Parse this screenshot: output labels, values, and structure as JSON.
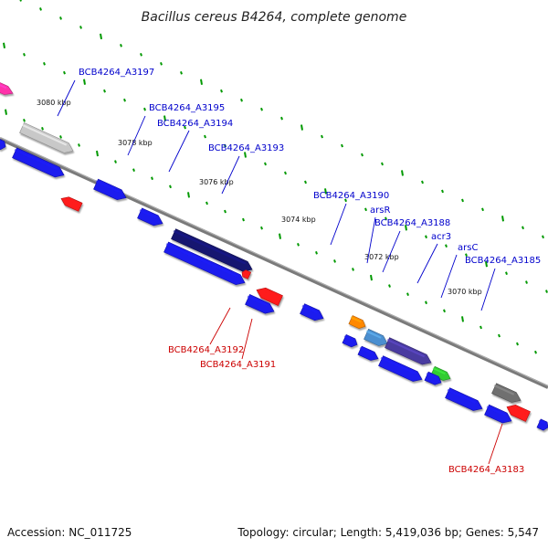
{
  "title": "Bacillus cereus B4264, complete genome",
  "footer": {
    "accession": "Accession: NC_011725",
    "stats": "Topology: circular; Length: 5,419,036 bp; Genes: 5,547"
  },
  "colors": {
    "plus_label": "#0000cc",
    "minus_label": "#cc0000",
    "tick": "#009900",
    "backbone": "#808080"
  },
  "ticks": [
    {
      "label": "3080 kbp"
    },
    {
      "label": "3078 kbp"
    },
    {
      "label": "3076 kbp"
    },
    {
      "label": "3074 kbp"
    },
    {
      "label": "3072 kbp"
    },
    {
      "label": "3070 kbp"
    }
  ],
  "genes": [
    {
      "label": "BCB4264_A3197",
      "strand": "plus"
    },
    {
      "label": "BCB4264_A3195",
      "strand": "plus"
    },
    {
      "label": "BCB4264_A3194",
      "strand": "plus"
    },
    {
      "label": "BCB4264_A3193",
      "strand": "plus"
    },
    {
      "label": "BCB4264_A3190",
      "strand": "plus"
    },
    {
      "label": "arsR",
      "strand": "plus"
    },
    {
      "label": "BCB4264_A3188",
      "strand": "plus"
    },
    {
      "label": "acr3",
      "strand": "plus"
    },
    {
      "label": "arsC",
      "strand": "plus"
    },
    {
      "label": "BCB4264_A3185",
      "strand": "plus"
    },
    {
      "label": "BCB4264_A3192",
      "strand": "minus"
    },
    {
      "label": "BCB4264_A3191",
      "strand": "minus"
    },
    {
      "label": "BCB4264_A3183",
      "strand": "minus"
    }
  ]
}
